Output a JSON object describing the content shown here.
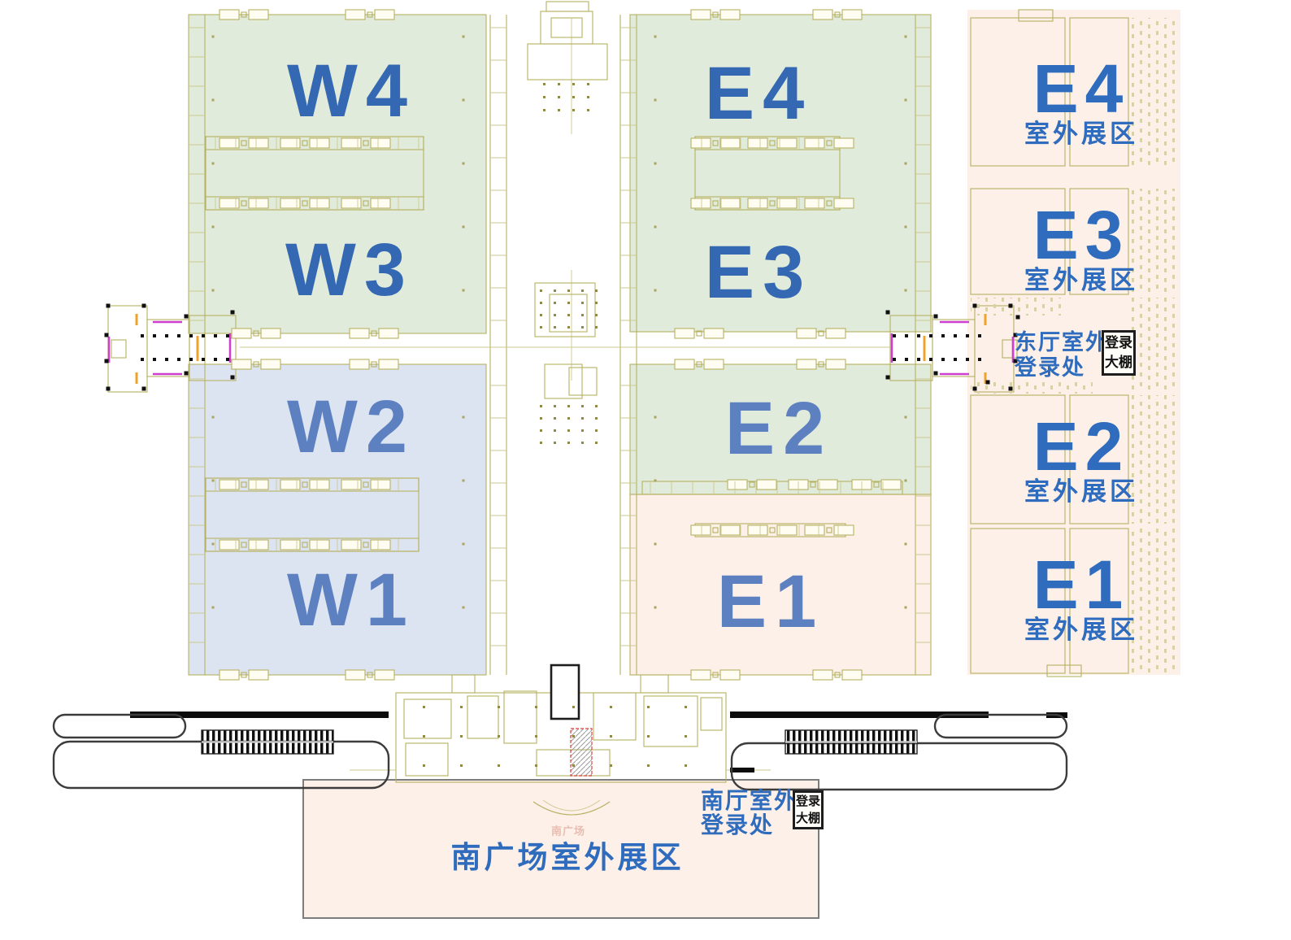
{
  "colors": {
    "hall_green": "#e0ebdb",
    "hall_blue": "#dde4f1",
    "zone_peach": "#fcf0e8",
    "label_dark_blue": "#3568b3",
    "label_light_blue": "#5d80c1",
    "label_outdoor_blue": "#2f6cbd",
    "cad_olive": "#b6b161",
    "road_dark": "#3c3c3c",
    "accent_magenta": "#cf3fcf",
    "accent_orange": "#f0a32a",
    "watermark_pink": "#e9bdb2"
  },
  "indoor_halls": [
    {
      "id": "W4",
      "label": "W4",
      "tone": "dark"
    },
    {
      "id": "W3",
      "label": "W3",
      "tone": "dark"
    },
    {
      "id": "W2",
      "label": "W2",
      "tone": "light"
    },
    {
      "id": "W1",
      "label": "W1",
      "tone": "light"
    },
    {
      "id": "E4",
      "label": "E4",
      "tone": "dark"
    },
    {
      "id": "E3",
      "label": "E3",
      "tone": "dark"
    },
    {
      "id": "E2",
      "label": "E2",
      "tone": "light"
    },
    {
      "id": "E1",
      "label": "E1",
      "tone": "light"
    }
  ],
  "outdoor_zones": [
    {
      "id": "E4-outdoor",
      "code": "E4",
      "label": "室外展区"
    },
    {
      "id": "E3-outdoor",
      "code": "E3",
      "label": "室外展区"
    },
    {
      "id": "E2-outdoor",
      "code": "E2",
      "label": "室外展区"
    },
    {
      "id": "E1-outdoor",
      "code": "E1",
      "label": "室外展区"
    }
  ],
  "registration_points": {
    "east": {
      "name_line1": "东厅室外",
      "name_line2": "登录处",
      "shed_line1": "登录",
      "shed_line2": "大棚"
    },
    "south": {
      "name_line1": "南厅室外",
      "name_line2": "登录处",
      "shed_line1": "登录",
      "shed_line2": "大棚"
    }
  },
  "south_plaza": {
    "label": "南广场室外展区",
    "plan_watermark": "南广场"
  }
}
